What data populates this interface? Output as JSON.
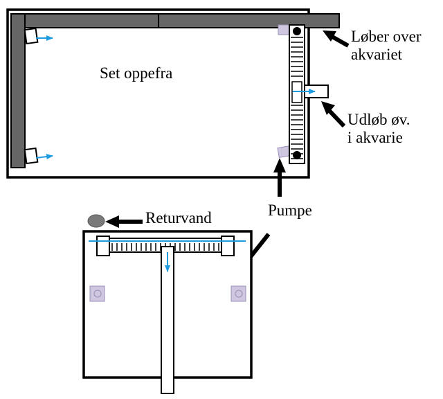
{
  "labels": {
    "top_view": "Set oppefra",
    "runner": [
      "Løber over",
      "akvariet"
    ],
    "outlet": [
      "Udløb øv.",
      "i akvarie"
    ],
    "pump": "Pumpe",
    "return": "Returvand"
  },
  "colors": {
    "outline": "#000000",
    "runner": "#666666",
    "water_flow": "#1e9be0",
    "pump_fill": "#cfc6e0",
    "pump_stroke": "#9a90b8",
    "return_stone": "#7a7a7a"
  },
  "icons": {
    "arrow": "arrow-icon",
    "pump": "pump-icon",
    "flow": "flow-arrow-icon"
  }
}
